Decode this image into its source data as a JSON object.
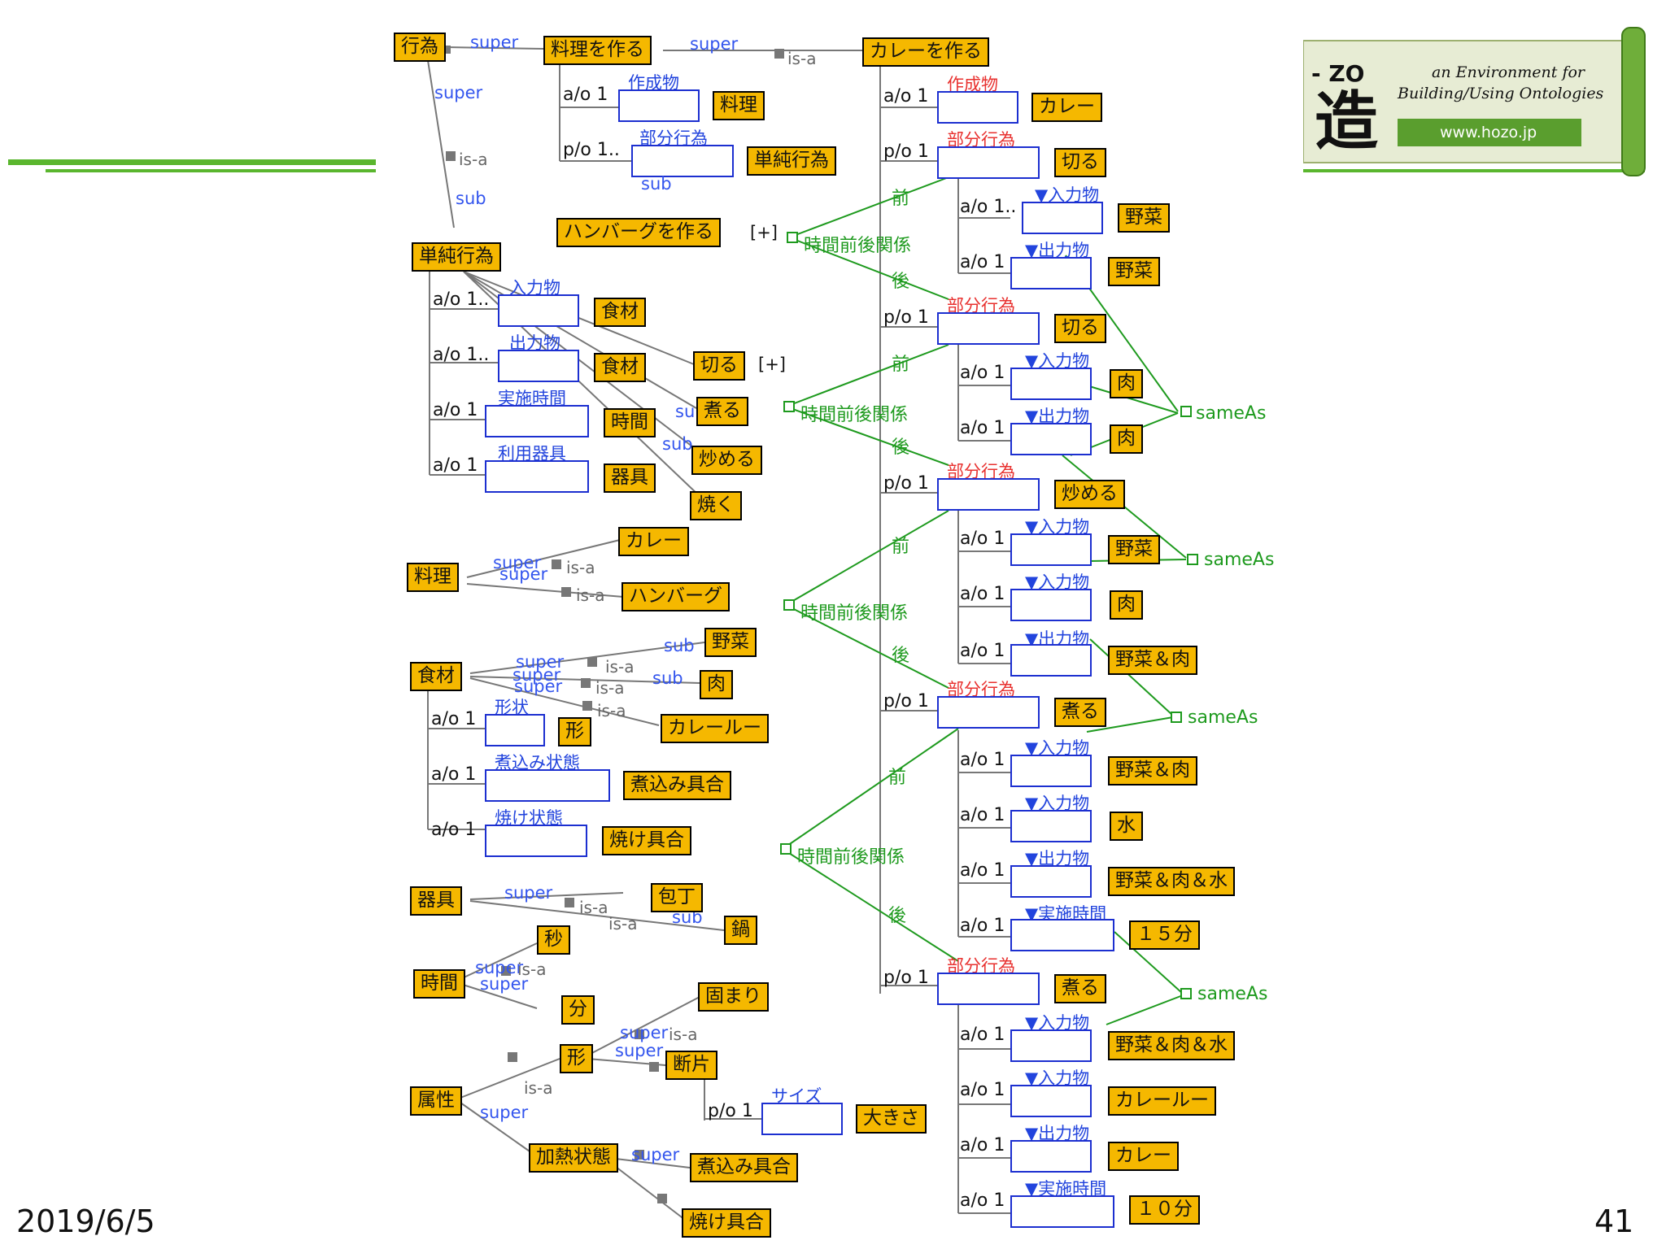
{
  "footer": {
    "date": "2019/6/5",
    "page": "41"
  },
  "logo": {
    "zo": "- ZO",
    "kanji": "造",
    "line1": "an Environment for",
    "line2": "Building/Using Ontologies",
    "url": "www.hozo.jp"
  },
  "terms": {
    "koui": "行為",
    "ryouri_wo_tsukuru": "料理を作る",
    "curry_wo_tsukuru": "カレーを作る",
    "ryouri": "料理",
    "tanjun_koui": "単純行為",
    "hamburg_wo_tsukuru": "ハンバーグを作る",
    "shokuzai": "食材",
    "kiru": "切る",
    "niru": "煮る",
    "itameru": "炒める",
    "yaku": "焼く",
    "jikan": "時間",
    "kigu": "器具",
    "curry": "カレー",
    "hamburg": "ハンバーグ",
    "yasai": "野菜",
    "niku": "肉",
    "curry_roux": "カレールー",
    "katachi": "形",
    "nikomi_guai": "煮込み具合",
    "yake_guai": "焼け具合",
    "houchou": "包丁",
    "nabe": "鍋",
    "byou": "秒",
    "fun": "分",
    "katamari": "固まり",
    "danpen": "断片",
    "zokusei": "属性",
    "ookisa": "大きさ",
    "kanetsu_joutai": "加熱状態",
    "mizu": "水",
    "yasai_niku": "野菜＆肉",
    "yasai_niku_mizu": "野菜＆肉＆水",
    "fifteen_min": "１５分",
    "ten_min": "１０分"
  },
  "roles": {
    "sakuseibutsu": "作成物",
    "bubun_koui": "部分行為",
    "nyuryokubutsu": "入力物",
    "shutsuryokubutsu": "出力物",
    "jisshi_jikan": "実施時間",
    "riyou_kigu": "利用器具",
    "keijou": "形状",
    "nikomi_joutai": "煮込み状態",
    "yake_joutai": "焼け状態",
    "size": "サイズ",
    "in_mark": "▼入力物",
    "out_mark": "▼出力物",
    "time_mark": "▼実施時間"
  },
  "cards": {
    "ao1": "a/o 1",
    "ao1dots": "a/o 1..",
    "po1": "p/o 1",
    "po1dots": "p/o 1.."
  },
  "links": {
    "super": "super",
    "isa": "is-a",
    "sub": "sub",
    "plus": "[+]",
    "temporal": "時間前後関係",
    "before": "前",
    "after": "後",
    "same_as": "sameAs",
    "frag_s": "s",
    "frag_su": "su",
    "frag_sub_a": "sub",
    "frag_isa_sub": "is sub"
  },
  "colors": {
    "node_fill": "#f5b800",
    "slot_border": "#1c2fd0",
    "role_blue": "#2244dd",
    "role_red": "#e8312f",
    "relation_green": "#1e9a1e",
    "bar_green": "#5ab62e"
  }
}
